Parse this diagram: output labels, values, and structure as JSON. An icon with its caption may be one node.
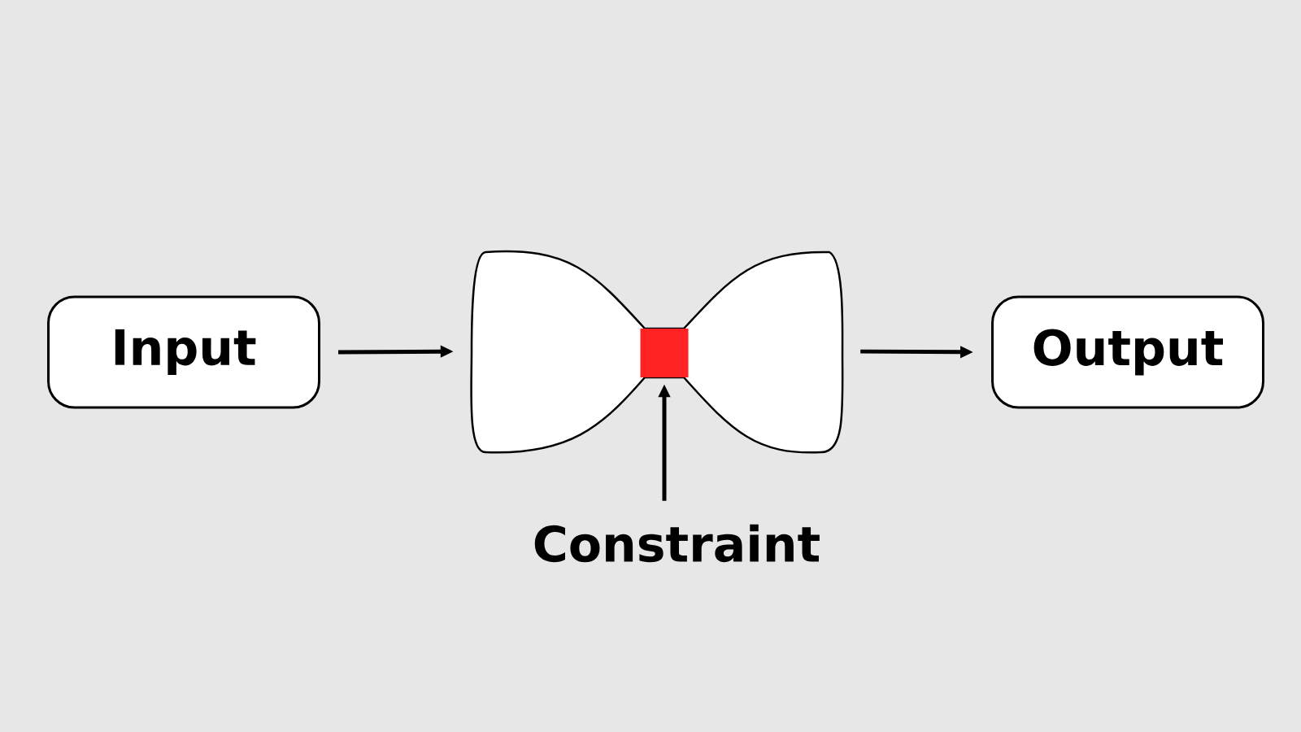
{
  "diagram": {
    "nodes": [
      {
        "text": [
          "Input"
        ]
      },
      {
        "text": [],
        "shape": "bowtie"
      },
      {
        "text": [],
        "shape": "box",
        "in": 1
      },
      {
        "text": [
          "Output"
        ]
      },
      {
        "text": [
          "Constraint"
        ]
      }
    ],
    "edges": [
      {
        "from": 0,
        "to": 1,
        "arrow": "to"
      },
      {
        "from": 1,
        "to": 3,
        "arrow": "to"
      },
      {
        "from": 4,
        "to": 2,
        "arrow": "to"
      }
    ]
  }
}
